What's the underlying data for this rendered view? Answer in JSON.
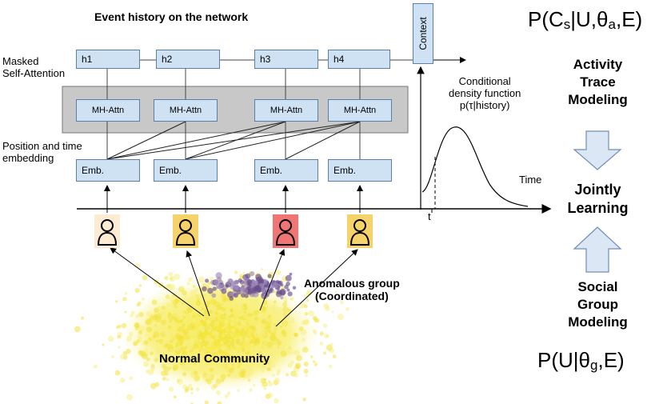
{
  "title": "Event history on the network",
  "labels": {
    "masked_self_attention": [
      "Masked",
      "Self-Attention"
    ],
    "position_time_embedding": [
      "Position and time",
      "embedding"
    ],
    "conditional_density": [
      "Conditional",
      "density function",
      "p(τ|history)"
    ],
    "time_axis": "Time",
    "t_marker": "t",
    "context": "Context",
    "anomalous_group": [
      "Anomalous group",
      "(Coordinated)"
    ],
    "normal_community": "Normal Community"
  },
  "history_states": [
    "h1",
    "h2",
    "h3",
    "h4"
  ],
  "attention_blocks": [
    "MH-Attn",
    "MH-Attn",
    "MH-Attn",
    "MH-Attn"
  ],
  "embeddings": [
    "Emb.",
    "Emb.",
    "Emb.",
    "Emb."
  ],
  "user_icons": [
    {
      "color": "#fdebd3",
      "name": "user-icon-1"
    },
    {
      "color": "#f6d36a",
      "name": "user-icon-2"
    },
    {
      "color": "#f07575",
      "name": "user-icon-3"
    },
    {
      "color": "#f6d36a",
      "name": "user-icon-4"
    }
  ],
  "right_panel": {
    "formula_top": {
      "main": "P(C",
      "sub1": "s",
      "mid": "|U,θ",
      "sub2": "a",
      "end": ",E)"
    },
    "activity": [
      "Activity",
      "Trace",
      "Modeling"
    ],
    "jointly": [
      "Jointly",
      "Learning"
    ],
    "social": [
      "Social",
      "Group",
      "Modeling"
    ],
    "formula_bottom": {
      "main": "P(U|θ",
      "sub": "g",
      "end": ",E)"
    },
    "arrow_color": "#dbe7f5"
  },
  "colors": {
    "box_fill": "#cfe2f3",
    "box_border": "#5b7ea6",
    "attn_panel": "#c8c8c8",
    "normal_cloud": "#f2e23c",
    "anomalous_cloud": "#6a4e8a"
  }
}
